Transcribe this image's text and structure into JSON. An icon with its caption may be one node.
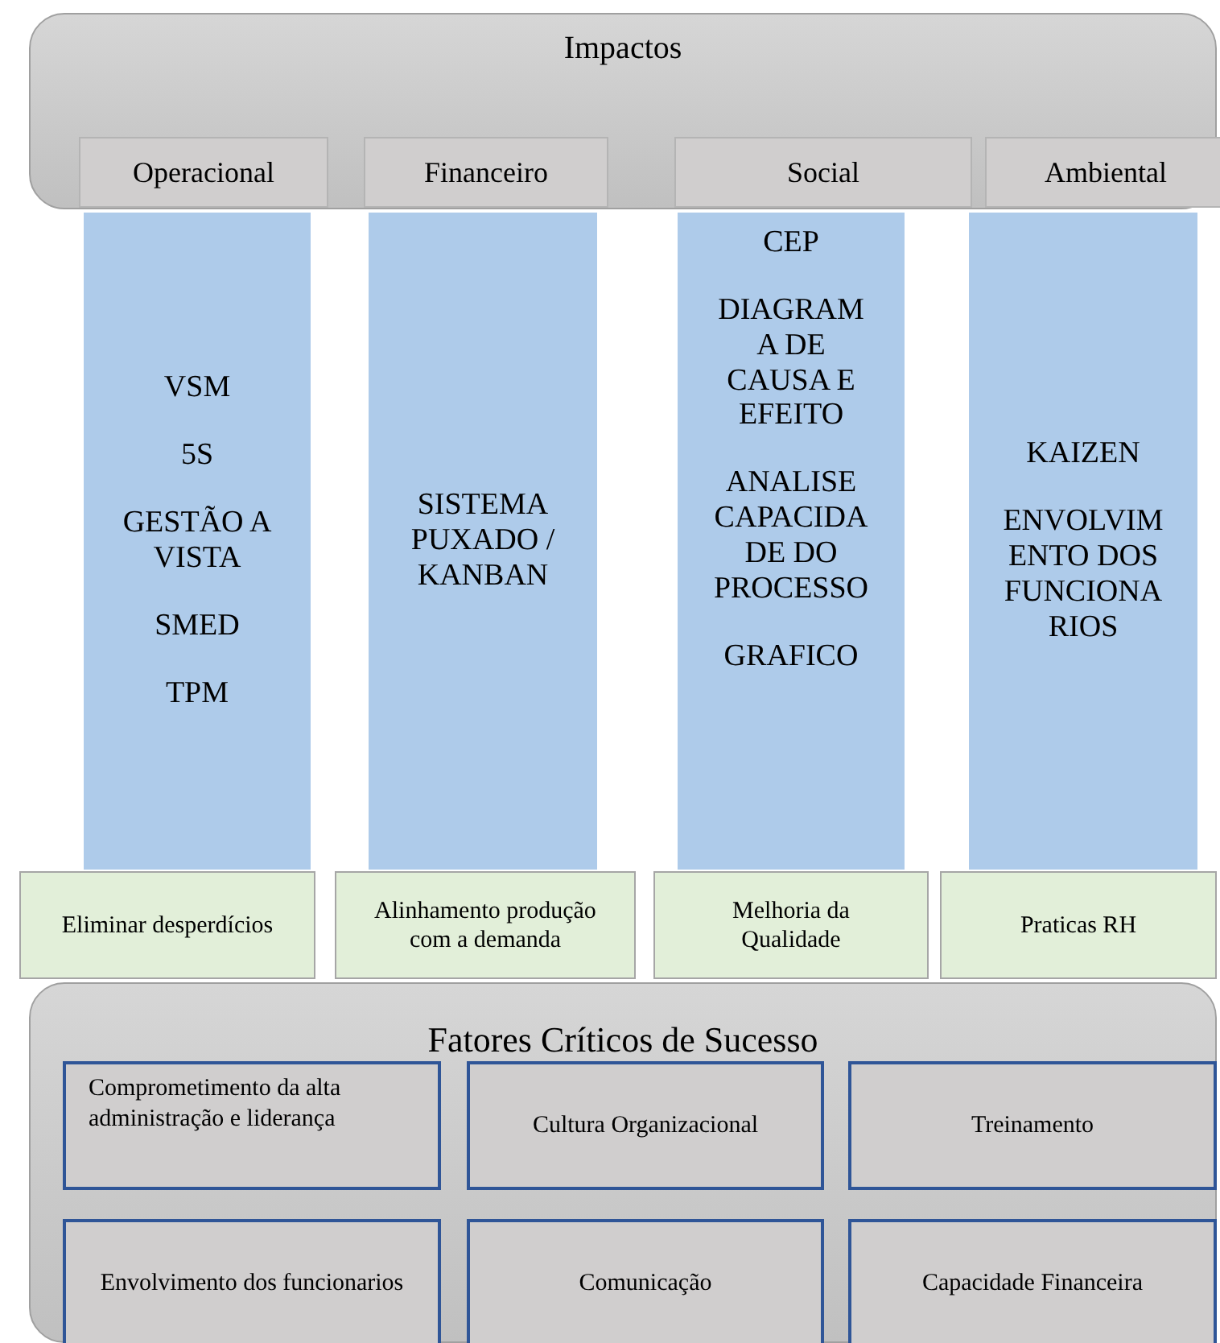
{
  "diagram": {
    "nodes": [
      {
        "text": [
          "Impactos"
        ]
      },
      {
        "text": [
          "Operacional"
        ],
        "in": 0
      },
      {
        "text": [
          "Financeiro"
        ],
        "in": 0
      },
      {
        "text": [
          "Social"
        ],
        "in": 0
      },
      {
        "text": [
          "Ambiental"
        ],
        "in": 0
      },
      {
        "text": [
          "VSM",
          "5S",
          "GESTÃO A VISTA",
          "SMED",
          "TPM"
        ]
      },
      {
        "text": [
          "SISTEMA PUXADO / KANBAN"
        ]
      },
      {
        "text": [
          "CEP",
          "DIAGRAMA DE CAUSA E EFEITO",
          "ANALISE CAPACIDADE DO PROCESSO",
          "GRAFICO"
        ]
      },
      {
        "text": [
          "KAIZEN",
          "ENVOLVIMENTO DOS FUNCIONARIOS"
        ]
      },
      {
        "text": [
          "Eliminar desperdícios"
        ]
      },
      {
        "text": [
          "Alinhamento produção com a demanda"
        ]
      },
      {
        "text": [
          "Melhoria da Qualidade"
        ]
      },
      {
        "text": [
          "Praticas RH"
        ]
      },
      {
        "text": [
          "Fatores Críticos de Sucesso"
        ]
      },
      {
        "text": [
          "Comprometimento da alta administração e liderança"
        ],
        "in": 13
      },
      {
        "text": [
          "Cultura Organizacional"
        ],
        "in": 13
      },
      {
        "text": [
          "Treinamento"
        ],
        "in": 13
      },
      {
        "text": [
          "Envolvimento dos funcionarios"
        ],
        "in": 13
      },
      {
        "text": [
          "Comunicação"
        ],
        "in": 13
      },
      {
        "text": [
          "Capacidade Financeira"
        ],
        "in": 13
      }
    ]
  }
}
